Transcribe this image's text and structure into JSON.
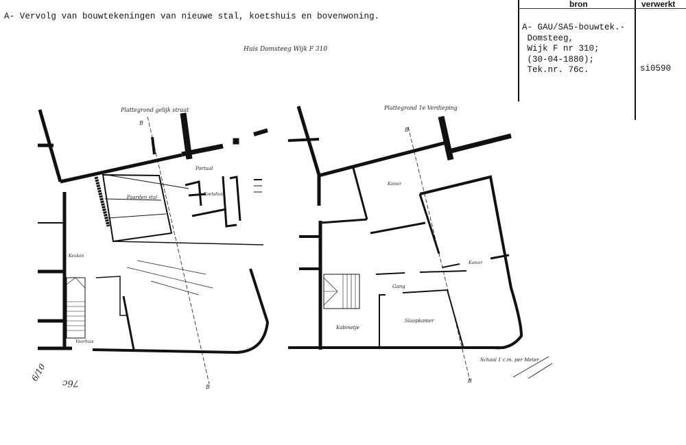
{
  "heading": "A- Vervolg van bouwtekeningen van nieuwe stal, koetshuis en bovenwoning.",
  "source_table": {
    "col_bron": "bron",
    "col_verwerkt": "verwerkt",
    "bron_lines": [
      "A- GAU/SA5-bouwtek.-",
      " Domsteeg,",
      " Wijk F nr 310;",
      " (30-04-1880);",
      " Tek.nr. 76c."
    ],
    "verwerkt": "si0590"
  },
  "drawing": {
    "top_inscription": "Huis Domsteeg Wijk F 310",
    "plan_ground_title": "Plattegrond gelijk straat",
    "plan_first_title": "Plattegrond 1e Verdieping",
    "rooms_ground": [
      "Paarden stal",
      "Portaal",
      "Koetshuis",
      "Keuken",
      "Voorhuis"
    ],
    "rooms_first": [
      "Kamer",
      "Gang",
      "Slaapkamer",
      "Kabinetje",
      "Kamer"
    ],
    "scale_note": "Schaal 1 c.m. per Meter",
    "section_mark": "B",
    "margin_note": "76c",
    "page_mark": "6/10"
  }
}
